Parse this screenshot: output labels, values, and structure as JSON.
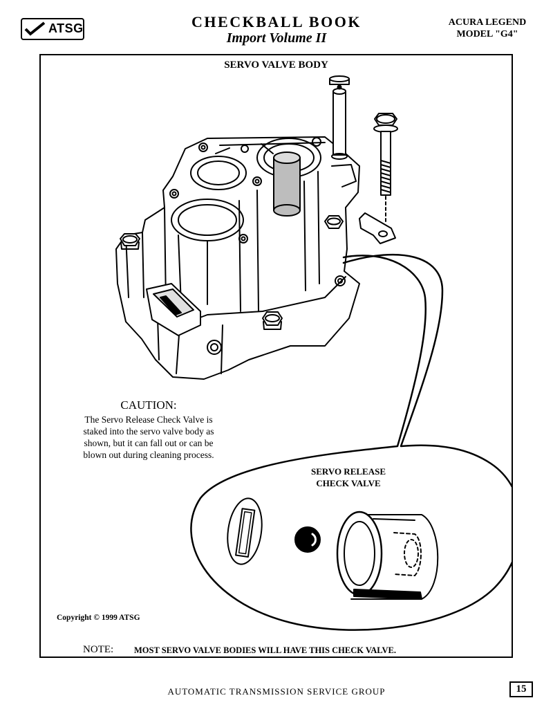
{
  "header": {
    "logo_text": "ATSG",
    "book_title": "CHECKBALL BOOK",
    "book_volume": "Import Volume II",
    "vehicle_line1": "ACURA LEGEND",
    "vehicle_line2": "MODEL \"G4\""
  },
  "figure": {
    "section_title": "SERVO VALVE BODY",
    "callout_line1": "SERVO RELEASE",
    "callout_line2": "CHECK VALVE"
  },
  "caution": {
    "heading": "CAUTION:",
    "lines": [
      "The Servo Release Check Valve is",
      "staked into the servo valve body as",
      "shown, but it can fall out or can be",
      "blown out during cleaning process."
    ]
  },
  "copyright": "Copyright © 1999  ATSG",
  "note": {
    "label": "NOTE:",
    "text": "MOST SERVO VALVE BODIES WILL HAVE THIS CHECK VALVE."
  },
  "footer": {
    "org": "AUTOMATIC TRANSMISSION SERVICE GROUP",
    "page_number": "15"
  }
}
